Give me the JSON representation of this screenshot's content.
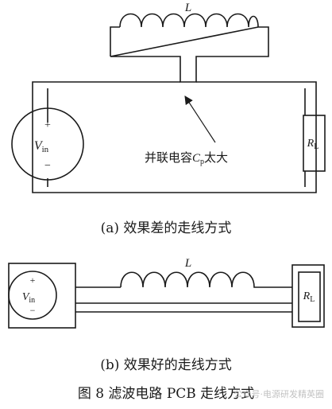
{
  "diagram_a": {
    "inductor_label": "L",
    "source_label_main": "V",
    "source_label_sub": "in",
    "source_plus": "+",
    "source_minus": "−",
    "resistor_label_main": "R",
    "resistor_label_sub": "L",
    "annotation_pre": "并联电容",
    "annotation_cap_main": "C",
    "annotation_cap_sub": "p",
    "annotation_post": "太大",
    "caption": "(a)  效果差的走线方式"
  },
  "diagram_b": {
    "inductor_label": "L",
    "source_label_main": "V",
    "source_label_sub": "in",
    "source_plus": "+",
    "source_minus": "−",
    "resistor_label_main": "R",
    "resistor_label_sub": "L",
    "caption": "(b)  效果好的走线方式"
  },
  "figure_caption": "图 8   滤波电路 PCB 走线方式",
  "watermark": "公众号·电源研发精英圈"
}
